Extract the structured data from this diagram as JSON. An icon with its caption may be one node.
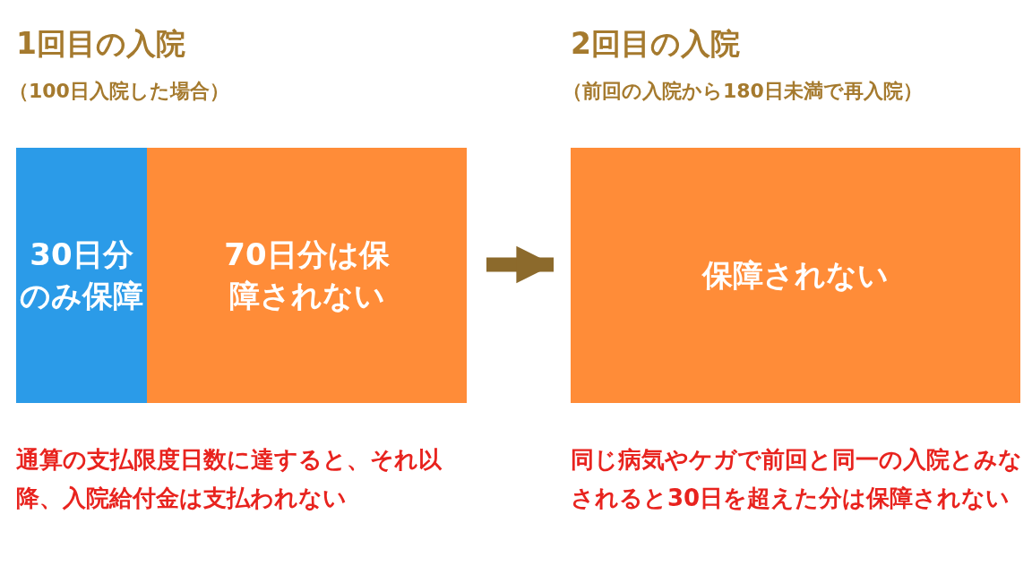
{
  "diagram": {
    "nodes": [
      {
        "text": [
          "30日分のみ保障"
        ]
      },
      {
        "text": [
          "70日分は保障されない"
        ]
      },
      {
        "text": [
          "保障されない"
        ]
      }
    ],
    "edges": [
      {
        "from": 1,
        "to": 2,
        "arrow": "to"
      }
    ],
    "labels": [
      "1回目の入院",
      "（100日入院した場合）",
      "2回目の入院",
      "（前回の入院から180日未満で再入院）",
      "通算の支払限度日数に達すると、それ以降、入院給付金は支払われない",
      "同じ病気やケガで前回と同一の入院とみなされると30日を超えた分は保障されない"
    ]
  }
}
